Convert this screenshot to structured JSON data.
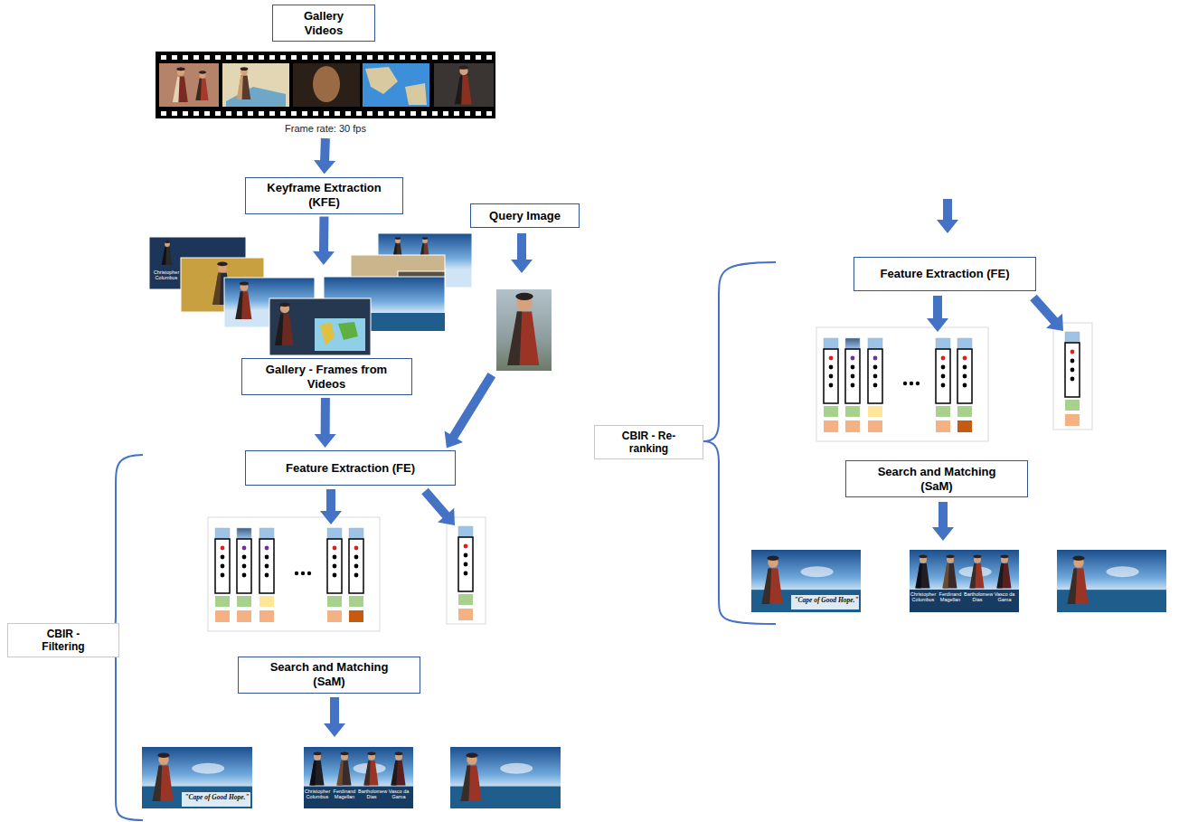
{
  "diagram": {
    "nodes": [
      {
        "text": [
          "Gallery Videos"
        ]
      },
      {
        "text": [
          "Keyframe Extraction (KFE)"
        ]
      },
      {
        "text": [
          "Query Image"
        ]
      },
      {
        "text": [
          "Gallery - Frames from Videos"
        ]
      },
      {
        "text": [
          "Feature Extraction (FE)"
        ]
      },
      {
        "text": [
          "Search and Matching (SaM)"
        ]
      },
      {
        "text": [
          "CBIR - Filtering"
        ]
      },
      {
        "text": [
          "Feature Extraction (FE)"
        ]
      },
      {
        "text": [
          "Search and Matching (SaM)"
        ]
      },
      {
        "text": [
          "CBIR - Re-ranking"
        ]
      }
    ],
    "edges": [
      {
        "from": 0,
        "to": 1,
        "arrow": "to"
      },
      {
        "from": 1,
        "to": 3,
        "arrow": "to"
      },
      {
        "from": 2,
        "to": 4,
        "arrow": "to"
      },
      {
        "from": 3,
        "to": 4,
        "arrow": "to"
      }
    ],
    "labels": [
      "Frame rate: 30 fps",
      "Christopher Columbus",
      "\"Cape of Good Hope.\"",
      "Christopher Columbus",
      "Ferdinand Magellan",
      "Bartholomew Dias",
      "Vasco da Gama",
      "\"Cape of Good Hope.\"",
      "Christopher Columbus",
      "Ferdinand Magellan",
      "Bartholomew Dias",
      "Vasco da Gama"
    ]
  }
}
